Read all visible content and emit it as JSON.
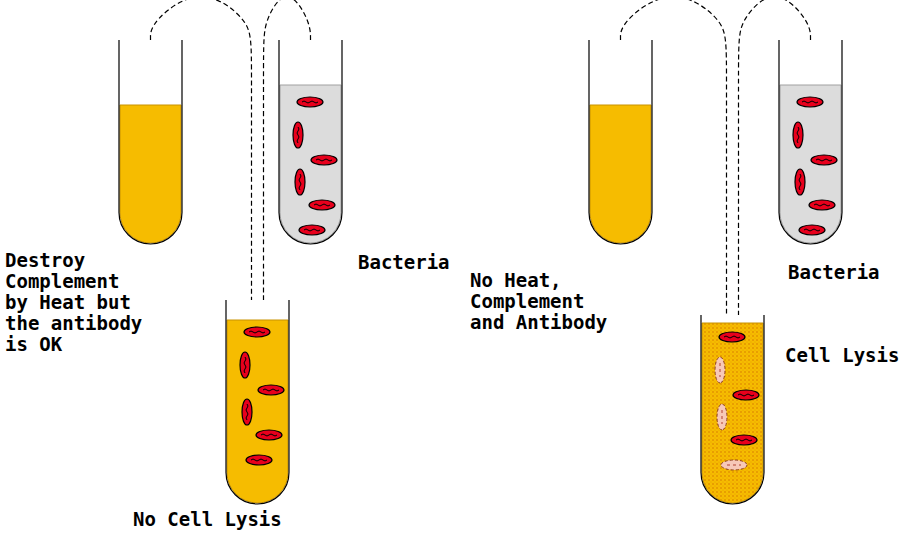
{
  "diagram": {
    "nodes": [
      {
        "text": [
          "Destroy Complement by Heat but the antibody is OK"
        ]
      },
      {
        "text": [
          "Bacteria"
        ]
      },
      {
        "text": [
          "No Cell Lysis"
        ]
      },
      {
        "text": [
          "No Heat, Complement and Antibody"
        ]
      },
      {
        "text": [
          "Bacteria"
        ]
      },
      {
        "text": [
          "Cell Lysis"
        ]
      }
    ],
    "edges": [
      {
        "from": 0,
        "to": 2,
        "arrow": "none"
      },
      {
        "from": 1,
        "to": 2,
        "arrow": "none"
      },
      {
        "from": 3,
        "to": 5,
        "arrow": "none"
      },
      {
        "from": 4,
        "to": 5,
        "arrow": "none"
      }
    ]
  }
}
